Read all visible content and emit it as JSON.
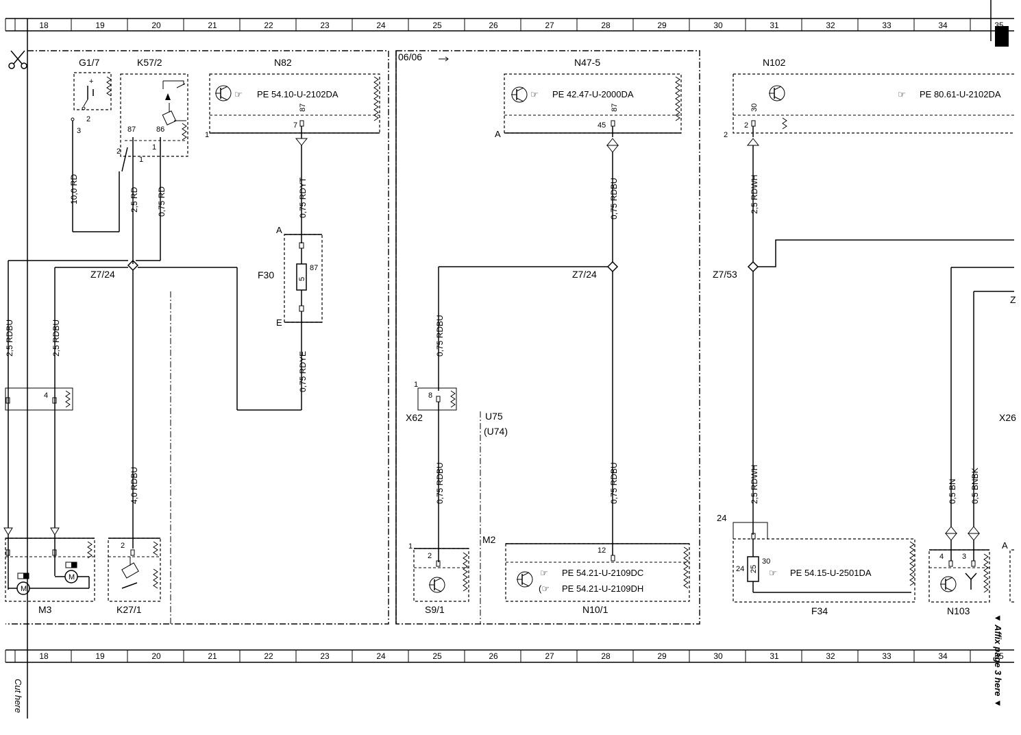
{
  "grid": {
    "columns": [
      "18",
      "19",
      "20",
      "21",
      "22",
      "23",
      "24",
      "25",
      "26",
      "27",
      "28",
      "29",
      "30",
      "31",
      "32",
      "33",
      "34",
      "35"
    ]
  },
  "modules": {
    "g1_7": "G1/7",
    "k57_2": "K57/2",
    "n82": "N82",
    "n47_5": "N47-5",
    "n102": "N102",
    "f30": "F30",
    "x62": "X62",
    "u75": "U75",
    "u74": "(U74)",
    "m2": "M2",
    "m3": "M3",
    "k27_1": "K27/1",
    "s9_1": "S9/1",
    "n10_1": "N10/1",
    "f34": "F34",
    "n103": "N103",
    "x26": "X26",
    "z7_24_left": "Z7/24",
    "z7_24_mid": "Z7/24",
    "z7_53": "Z7/53",
    "date_marker": "06/06"
  },
  "references": {
    "n82": "PE 54.10-U-2102DA",
    "n47_5": "PE 42.47-U-2000DA",
    "n102": "PE 80.61-U-2102DA",
    "n10_1_a": "PE 54.21-U-2109DC",
    "n10_1_b": "PE 54.21-U-2109DH",
    "f34": "PE 54.15-U-2501DA"
  },
  "wires": {
    "g1_7_out": "10,0 RD",
    "k57_2_87": "2,5 RD",
    "k57_2_86": "0,75 RD",
    "n82_7": "0,75 RDYT",
    "f30_e": "0,75 RDYE",
    "left_rdbu_1": "2,5 RDBU",
    "left_rdbu_2": "2,5 RDBU",
    "k27_1_feed": "4,0 RDBU",
    "x62_top": "0,75 RDBU",
    "x62_bottom": "0,75 RDBU",
    "n47_5_45": "0,75 RDBU",
    "n10_1_12": "0,75 RDBU",
    "n102_2_top": "2,5 RDWH",
    "f34_bottom": "2,5 RDWH",
    "n103_bn": "0,5 BN",
    "n103_bnbk": "0,5 BNBK"
  },
  "pins": {
    "g1_7_2": "2",
    "g1_7_3": "3",
    "k57_87": "87",
    "k57_86": "86",
    "k57_2": "2",
    "k57_1": "1",
    "k57_1b": "1",
    "n82_1": "1",
    "n82_87": "87",
    "n82_7": "7",
    "f30_a": "A",
    "f30_e": "E",
    "f30_87": "87",
    "f30_5": "5",
    "n47_a": "A",
    "n47_87": "87",
    "n47_45": "45",
    "n102_2": "2",
    "n102_30": "30",
    "n102_2b": "2",
    "x62_1": "1",
    "x62_8": "8",
    "m3_4": "4",
    "k27_2": "2",
    "s9_1": "1",
    "s9_2": "2",
    "n10_12": "12",
    "f34_24": "24",
    "f34_24b": "24",
    "f34_25": "25",
    "f34_30": "30",
    "n103_4": "4",
    "n103_3": "3",
    "n103_a": "A"
  },
  "margin_text": {
    "cut_here": "Cut here",
    "affix": "▼ Affix page 3 here ▼"
  }
}
